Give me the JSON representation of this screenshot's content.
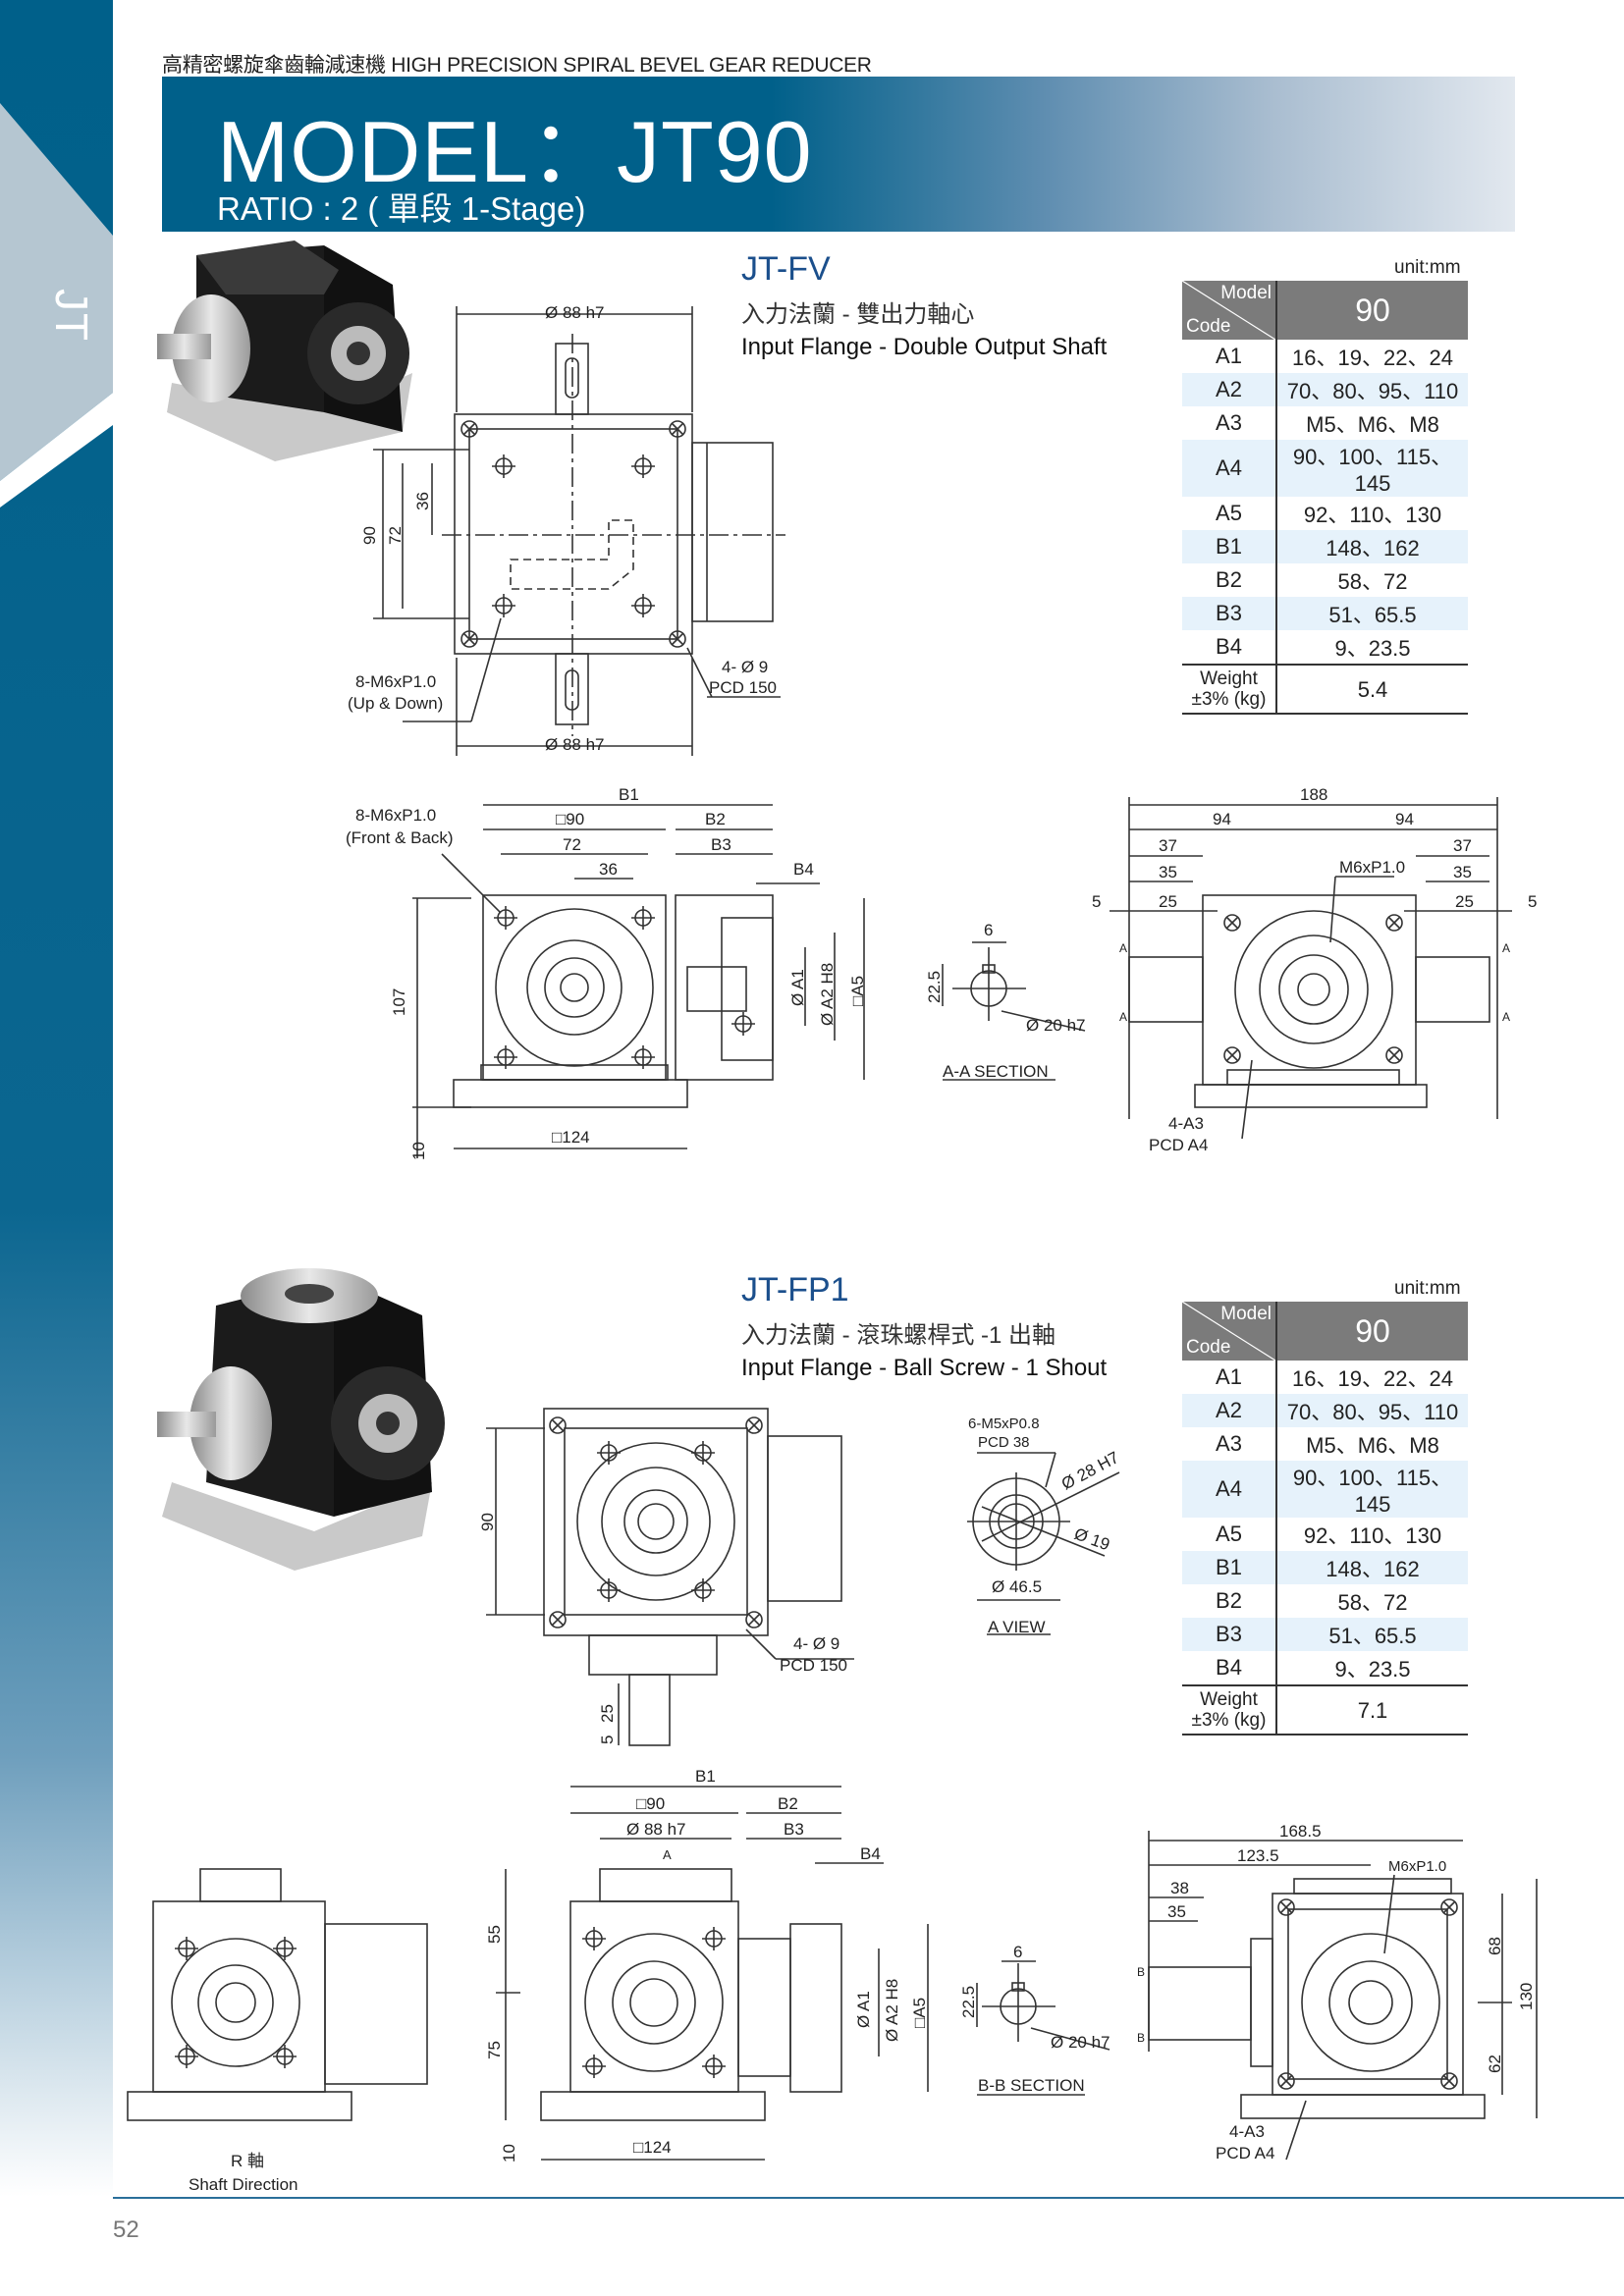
{
  "header": {
    "caption": "高精密螺旋傘齒輪減速機  HIGH PRECISION SPIRAL BEVEL GEAR REDUCER",
    "model_title": "MODEL：JT90",
    "ratio": "RATIO : 2 ( 單段 1-Stage)",
    "side_label": "JT"
  },
  "colors": {
    "brand": "#00608a",
    "title_blue": "#1b4f8c",
    "table_header": "#7b7b7b",
    "row_alt": "#e6f2fb"
  },
  "sections": [
    {
      "code": "JT-FV",
      "title_zh": "入力法蘭 - 雙出力軸心",
      "title_en": "Input Flange - Double Output Shaft",
      "unit": "unit:mm",
      "table": {
        "model_label": "Model",
        "code_label": "Code",
        "model": "90",
        "rows": [
          {
            "code": "A1",
            "value": "16、19、22、24"
          },
          {
            "code": "A2",
            "value": "70、80、95、110"
          },
          {
            "code": "A3",
            "value": "M5、M6、M8"
          },
          {
            "code": "A4",
            "value": "90、100、115、145"
          },
          {
            "code": "A5",
            "value": "92、110、130"
          },
          {
            "code": "B1",
            "value": "148、162"
          },
          {
            "code": "B2",
            "value": "58、72"
          },
          {
            "code": "B3",
            "value": "51、65.5"
          },
          {
            "code": "B4",
            "value": "9、23.5"
          }
        ],
        "weight_label_1": "Weight",
        "weight_label_2": "±3% (kg)",
        "weight": "5.4"
      }
    },
    {
      "code": "JT-FP1",
      "title_zh": "入力法蘭 - 滾珠螺桿式 -1 出軸",
      "title_en": "Input Flange - Ball Screw - 1 Shout",
      "unit": "unit:mm",
      "table": {
        "model_label": "Model",
        "code_label": "Code",
        "model": "90",
        "rows": [
          {
            "code": "A1",
            "value": "16、19、22、24"
          },
          {
            "code": "A2",
            "value": "70、80、95、110"
          },
          {
            "code": "A3",
            "value": "M5、M6、M8"
          },
          {
            "code": "A4",
            "value": "90、100、115、145"
          },
          {
            "code": "A5",
            "value": "92、110、130"
          },
          {
            "code": "B1",
            "value": "148、162"
          },
          {
            "code": "B2",
            "value": "58、72"
          },
          {
            "code": "B3",
            "value": "51、65.5"
          },
          {
            "code": "B4",
            "value": "9、23.5"
          }
        ],
        "weight_label_1": "Weight",
        "weight_label_2": "±3% (kg)",
        "weight": "7.1"
      }
    }
  ],
  "drawings": {
    "fv_top": [
      "Ø 88 h7",
      "90",
      "72",
      "36",
      "8-M6xP1.0",
      "(Up & Down)",
      "4- Ø 9",
      "PCD 150",
      "Ø 88 h7"
    ],
    "fv_front": [
      "B1",
      "□90",
      "B2",
      "72",
      "B3",
      "36",
      "B4",
      "8-M6xP1.0",
      "(Front & Back)",
      "107",
      "10",
      "□124",
      "Ø A1",
      "Ø A2 H8",
      "□A5"
    ],
    "fv_section": [
      "6",
      "22.5",
      "Ø 20 h7",
      "A-A SECTION"
    ],
    "fv_side": [
      "188",
      "94",
      "94",
      "37",
      "37",
      "35",
      "35",
      "M6xP1.0",
      "5",
      "25",
      "25",
      "5",
      "4-A3",
      "PCD A4",
      "A",
      "A",
      "A",
      "A"
    ],
    "fp1_top": [
      "90",
      "25",
      "5",
      "4- Ø 9",
      "PCD 150"
    ],
    "fp1_aview": [
      "6-M5xP0.8",
      "PCD 38",
      "Ø 28 H7",
      "Ø 19",
      "Ø 46.5",
      "A VIEW"
    ],
    "fp1_rshaft": [
      "R 軸",
      "Shaft Direction"
    ],
    "fp1_front": [
      "B1",
      "□90",
      "B2",
      "Ø 88 h7",
      "B3",
      "B4",
      "A",
      "55",
      "75",
      "10",
      "□124",
      "Ø A1",
      "Ø A2 H8",
      "□A5"
    ],
    "fp1_section": [
      "6",
      "22.5",
      "Ø 20 h7",
      "B-B SECTION"
    ],
    "fp1_side": [
      "168.5",
      "123.5",
      "38",
      "35",
      "M6xP1.0",
      "68",
      "130",
      "62",
      "4-A3",
      "PCD A4",
      "B",
      "B"
    ]
  },
  "footer": {
    "page_number": "52"
  }
}
